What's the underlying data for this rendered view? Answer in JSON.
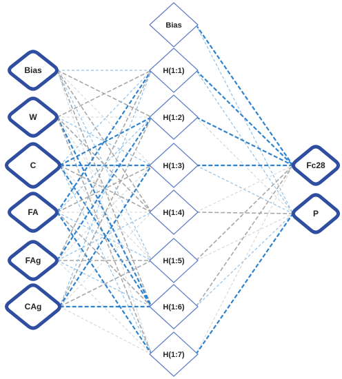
{
  "diagram": {
    "colors": {
      "thick_border": "#2f4ea0",
      "thin_border": "#5b7bc6",
      "edge_blue": "#2b82cf",
      "edge_light_blue": "#8fbfe6",
      "edge_gray": "#a6a6a6",
      "edge_light_gray": "#d4d4d4"
    },
    "input_layer": [
      {
        "id": "in_bias",
        "label": "Bias"
      },
      {
        "id": "in_w",
        "label": "W"
      },
      {
        "id": "in_c",
        "label": "C"
      },
      {
        "id": "in_fa",
        "label": "FA"
      },
      {
        "id": "in_fag",
        "label": "FAg"
      },
      {
        "id": "in_cag",
        "label": "CAg"
      }
    ],
    "hidden_layer": [
      {
        "id": "h_bias",
        "label": "Bias"
      },
      {
        "id": "h1",
        "label": "H(1:1)"
      },
      {
        "id": "h2",
        "label": "H(1:2)"
      },
      {
        "id": "h3",
        "label": "H(1:3)"
      },
      {
        "id": "h4",
        "label": "H(1:4)"
      },
      {
        "id": "h5",
        "label": "H(1:5)"
      },
      {
        "id": "h6",
        "label": "H(1:6)"
      },
      {
        "id": "h7",
        "label": "H(1:7)"
      }
    ],
    "output_layer": [
      {
        "id": "out_fc28",
        "label": "Fc28"
      },
      {
        "id": "out_p",
        "label": "P"
      }
    ],
    "edges": [
      {
        "from": "in_bias",
        "to": "h1",
        "style": "lightblue"
      },
      {
        "from": "in_bias",
        "to": "h2",
        "style": "gray"
      },
      {
        "from": "in_bias",
        "to": "h3",
        "style": "lightgray"
      },
      {
        "from": "in_bias",
        "to": "h4",
        "style": "gray"
      },
      {
        "from": "in_bias",
        "to": "h5",
        "style": "lightblue"
      },
      {
        "from": "in_bias",
        "to": "h6",
        "style": "gray"
      },
      {
        "from": "in_bias",
        "to": "h7",
        "style": "lightgray"
      },
      {
        "from": "in_w",
        "to": "h1",
        "style": "gray"
      },
      {
        "from": "in_w",
        "to": "h2",
        "style": "lightgray"
      },
      {
        "from": "in_w",
        "to": "h3",
        "style": "lightblue"
      },
      {
        "from": "in_w",
        "to": "h4",
        "style": "gray"
      },
      {
        "from": "in_w",
        "to": "h5",
        "style": "lightgray"
      },
      {
        "from": "in_w",
        "to": "h6",
        "style": "blue"
      },
      {
        "from": "in_w",
        "to": "h7",
        "style": "gray"
      },
      {
        "from": "in_c",
        "to": "h1",
        "style": "lightblue"
      },
      {
        "from": "in_c",
        "to": "h2",
        "style": "blue"
      },
      {
        "from": "in_c",
        "to": "h3",
        "style": "blue"
      },
      {
        "from": "in_c",
        "to": "h4",
        "style": "gray"
      },
      {
        "from": "in_c",
        "to": "h5",
        "style": "lightgray"
      },
      {
        "from": "in_c",
        "to": "h6",
        "style": "blue"
      },
      {
        "from": "in_c",
        "to": "h7",
        "style": "lightblue"
      },
      {
        "from": "in_fa",
        "to": "h1",
        "style": "blue"
      },
      {
        "from": "in_fa",
        "to": "h2",
        "style": "lightblue"
      },
      {
        "from": "in_fa",
        "to": "h3",
        "style": "gray"
      },
      {
        "from": "in_fa",
        "to": "h4",
        "style": "lightgray"
      },
      {
        "from": "in_fa",
        "to": "h5",
        "style": "lightblue"
      },
      {
        "from": "in_fa",
        "to": "h6",
        "style": "gray"
      },
      {
        "from": "in_fa",
        "to": "h7",
        "style": "blue"
      },
      {
        "from": "in_fag",
        "to": "h1",
        "style": "gray"
      },
      {
        "from": "in_fag",
        "to": "h2",
        "style": "blue"
      },
      {
        "from": "in_fag",
        "to": "h3",
        "style": "lightgray"
      },
      {
        "from": "in_fag",
        "to": "h4",
        "style": "lightblue"
      },
      {
        "from": "in_fag",
        "to": "h5",
        "style": "gray"
      },
      {
        "from": "in_fag",
        "to": "h6",
        "style": "lightblue"
      },
      {
        "from": "in_fag",
        "to": "h7",
        "style": "lightgray"
      },
      {
        "from": "in_cag",
        "to": "h1",
        "style": "lightblue"
      },
      {
        "from": "in_cag",
        "to": "h2",
        "style": "gray"
      },
      {
        "from": "in_cag",
        "to": "h3",
        "style": "blue"
      },
      {
        "from": "in_cag",
        "to": "h4",
        "style": "lightgray"
      },
      {
        "from": "in_cag",
        "to": "h5",
        "style": "gray"
      },
      {
        "from": "in_cag",
        "to": "h6",
        "style": "blue"
      },
      {
        "from": "in_cag",
        "to": "h7",
        "style": "lightgray"
      },
      {
        "from": "h_bias",
        "to": "out_fc28",
        "style": "blue"
      },
      {
        "from": "h_bias",
        "to": "out_p",
        "style": "lightblue"
      },
      {
        "from": "h1",
        "to": "out_fc28",
        "style": "blue"
      },
      {
        "from": "h1",
        "to": "out_p",
        "style": "lightblue"
      },
      {
        "from": "h2",
        "to": "out_fc28",
        "style": "blue"
      },
      {
        "from": "h2",
        "to": "out_p",
        "style": "lightgray"
      },
      {
        "from": "h3",
        "to": "out_fc28",
        "style": "blue"
      },
      {
        "from": "h3",
        "to": "out_p",
        "style": "lightblue"
      },
      {
        "from": "h4",
        "to": "out_fc28",
        "style": "lightgray"
      },
      {
        "from": "h4",
        "to": "out_p",
        "style": "gray"
      },
      {
        "from": "h5",
        "to": "out_fc28",
        "style": "gray"
      },
      {
        "from": "h5",
        "to": "out_p",
        "style": "lightgray"
      },
      {
        "from": "h6",
        "to": "out_fc28",
        "style": "gray"
      },
      {
        "from": "h6",
        "to": "out_p",
        "style": "lightblue"
      },
      {
        "from": "h7",
        "to": "out_fc28",
        "style": "lightgray"
      },
      {
        "from": "h7",
        "to": "out_p",
        "style": "blue"
      }
    ]
  }
}
